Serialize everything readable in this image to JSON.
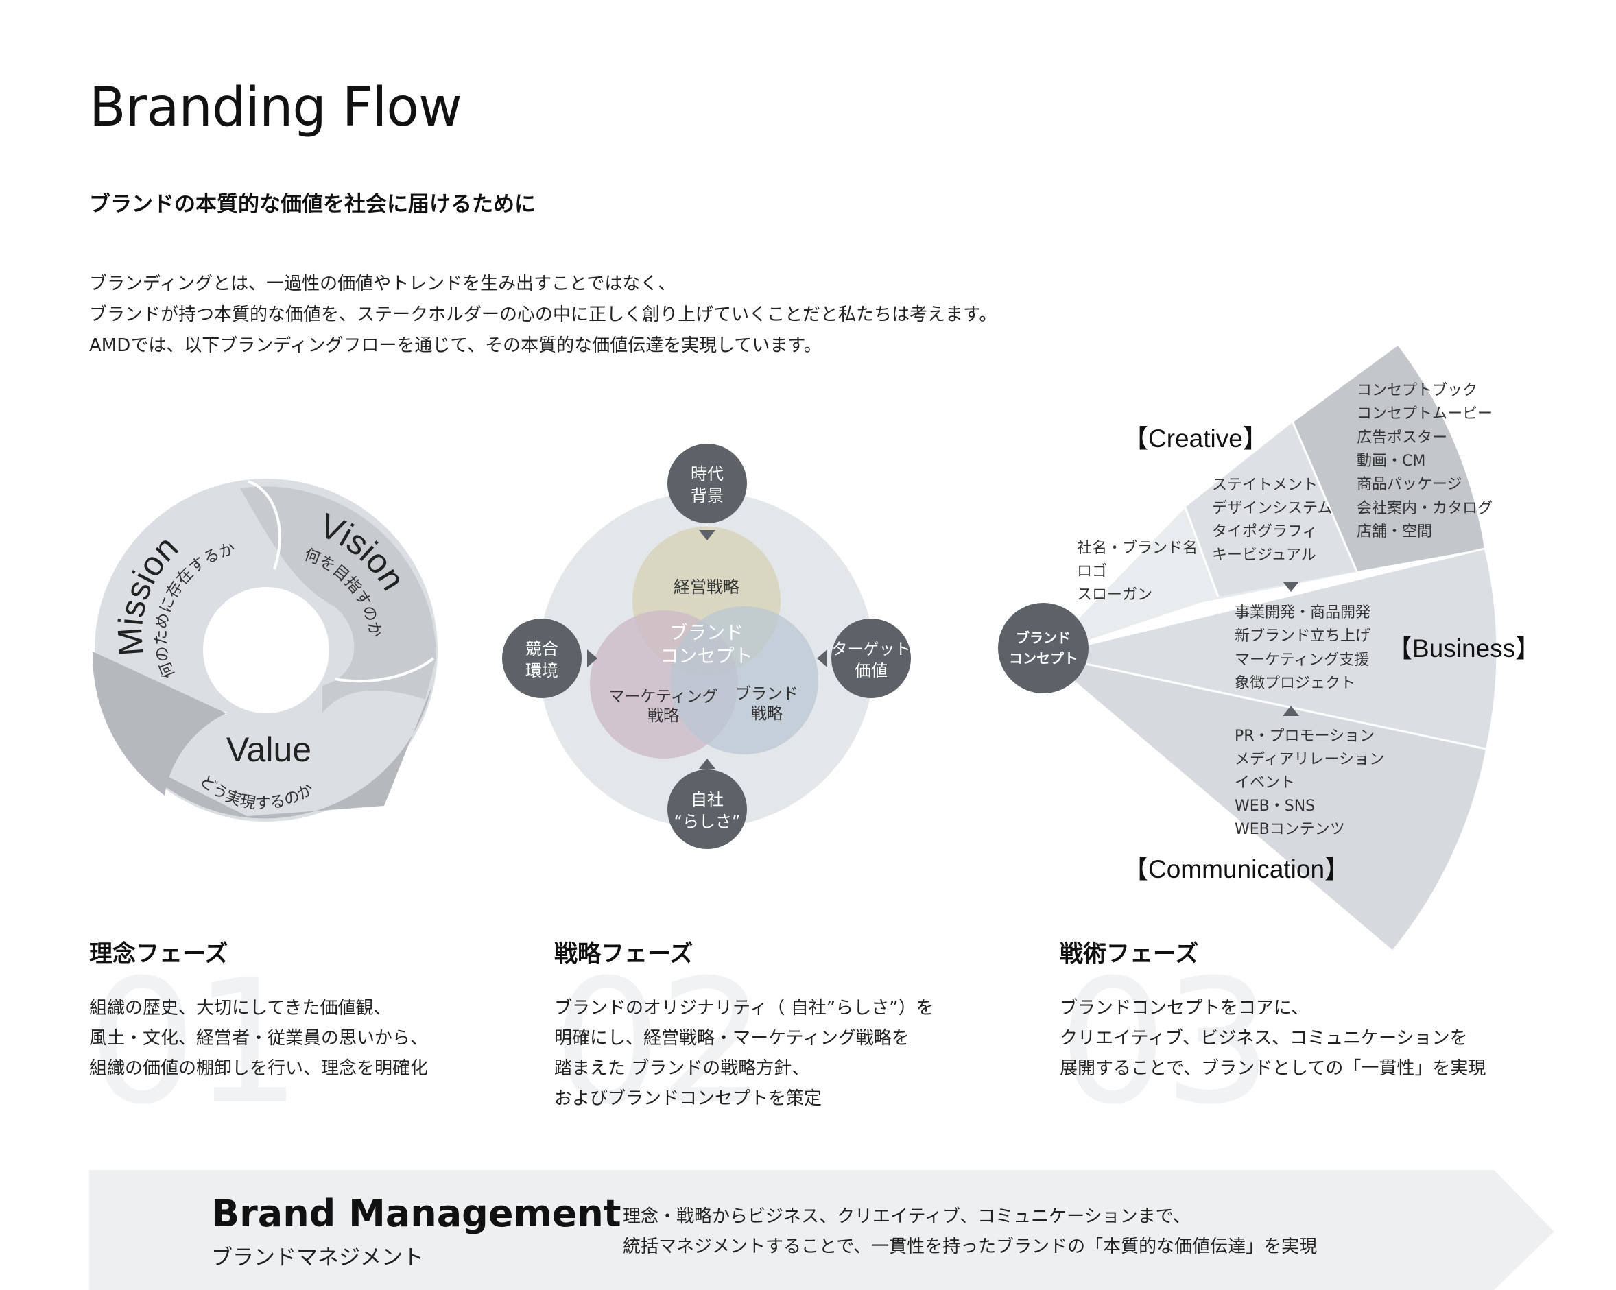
{
  "header": {
    "title": "Branding Flow",
    "subtitle": "ブランドの本質的な価値を社会に届けるために",
    "intro": [
      "ブランディングとは、一過性の価値やトレンドを生み出すことではなく、",
      "ブランドが持つ本質的な価値を、ステークホルダーの心の中に正しく創り上げていくことだと私たちは考えます。",
      "AMDでは、以下ブランディングフローを通じて、その本質的な価値伝達を実現しています。"
    ]
  },
  "cycle": {
    "mission": {
      "label": "Mission",
      "sub": "何のために存在するか"
    },
    "vision": {
      "label": "Vision",
      "sub": "何を目指すのか"
    },
    "value": {
      "label": "Value",
      "sub": "どう実現するのか"
    }
  },
  "strategy": {
    "top_node": [
      "時代",
      "背景"
    ],
    "left_node": [
      "競合",
      "環境"
    ],
    "right_node": [
      "ターゲット",
      "価値"
    ],
    "bottom_node": [
      "自社",
      "“らしさ”"
    ],
    "circle_management": "経営戦略",
    "circle_marketing": [
      "マーケティング",
      "戦略"
    ],
    "circle_brand": [
      "ブランド",
      "戦略"
    ],
    "center": [
      "ブランド",
      "コンセプト"
    ]
  },
  "tactics": {
    "hub": [
      "ブランド",
      "コンセプト"
    ],
    "creative_label": "【Creative】",
    "business_label": "【Business】",
    "communication_label": "【Communication】",
    "creative_inner": [
      "社名・ブランド名",
      "ロゴ",
      "スローガン"
    ],
    "creative_middle": [
      "ステイトメント",
      "デザインシステム",
      "タイポグラフィ",
      "キービジュアル"
    ],
    "creative_outer": [
      "コンセプトブック",
      "コンセプトムービー",
      "広告ポスター",
      "動画・CM",
      "商品パッケージ",
      "会社案内・カタログ",
      "店舗・空間"
    ],
    "business_items": [
      "事業開発・商品開発",
      "新ブランド立ち上げ",
      "マーケティング支援",
      "象徴プロジェクト"
    ],
    "communication_items": [
      "PR・プロモーション",
      "メディアリレーション",
      "イベント",
      "WEB・SNS",
      "WEBコンテンツ"
    ]
  },
  "phases": [
    {
      "num": "01",
      "title": "理念フェーズ",
      "desc": [
        "組織の歴史、大切にしてきた価値観、",
        "風土・文化、経営者・従業員の思いから、",
        "組織の価値の棚卸しを行い、理念を明確化"
      ]
    },
    {
      "num": "02",
      "title": "戦略フェーズ",
      "desc": [
        "ブランドのオリジナリティ（ 自社”らしさ”）を",
        "明確にし、経営戦略・マーケティング戦略を",
        "踏まえた ブランドの戦略方針、",
        "およびブランドコンセプトを策定"
      ]
    },
    {
      "num": "03",
      "title": "戦術フェーズ",
      "desc": [
        "ブランドコンセプトをコアに、",
        "クリエイティブ、ビジネス、コミュニケーションを",
        "展開することで、ブランドとしての「一貫性」を実現"
      ]
    }
  ],
  "brand_management": {
    "title": "Brand Management",
    "subtitle": "ブランドマネジメント",
    "desc": [
      "理念・戦略からビジネス、クリエイティブ、コミュニケーションまで、",
      "統括マネジメントすることで、一貫性を持ったブランドの「本質的な価値伝達」を実現"
    ]
  },
  "colors": {
    "ring_light": "#dbdfe4",
    "ring_mid": "#c7cbd0",
    "ring_dark": "#b5b9be",
    "node_dark": "#5d6268",
    "circle_olive": "#d8d6c0",
    "circle_mauve": "#cdbcc8",
    "circle_blue": "#b9c6d3",
    "banner_bg": "#eeeff0"
  }
}
